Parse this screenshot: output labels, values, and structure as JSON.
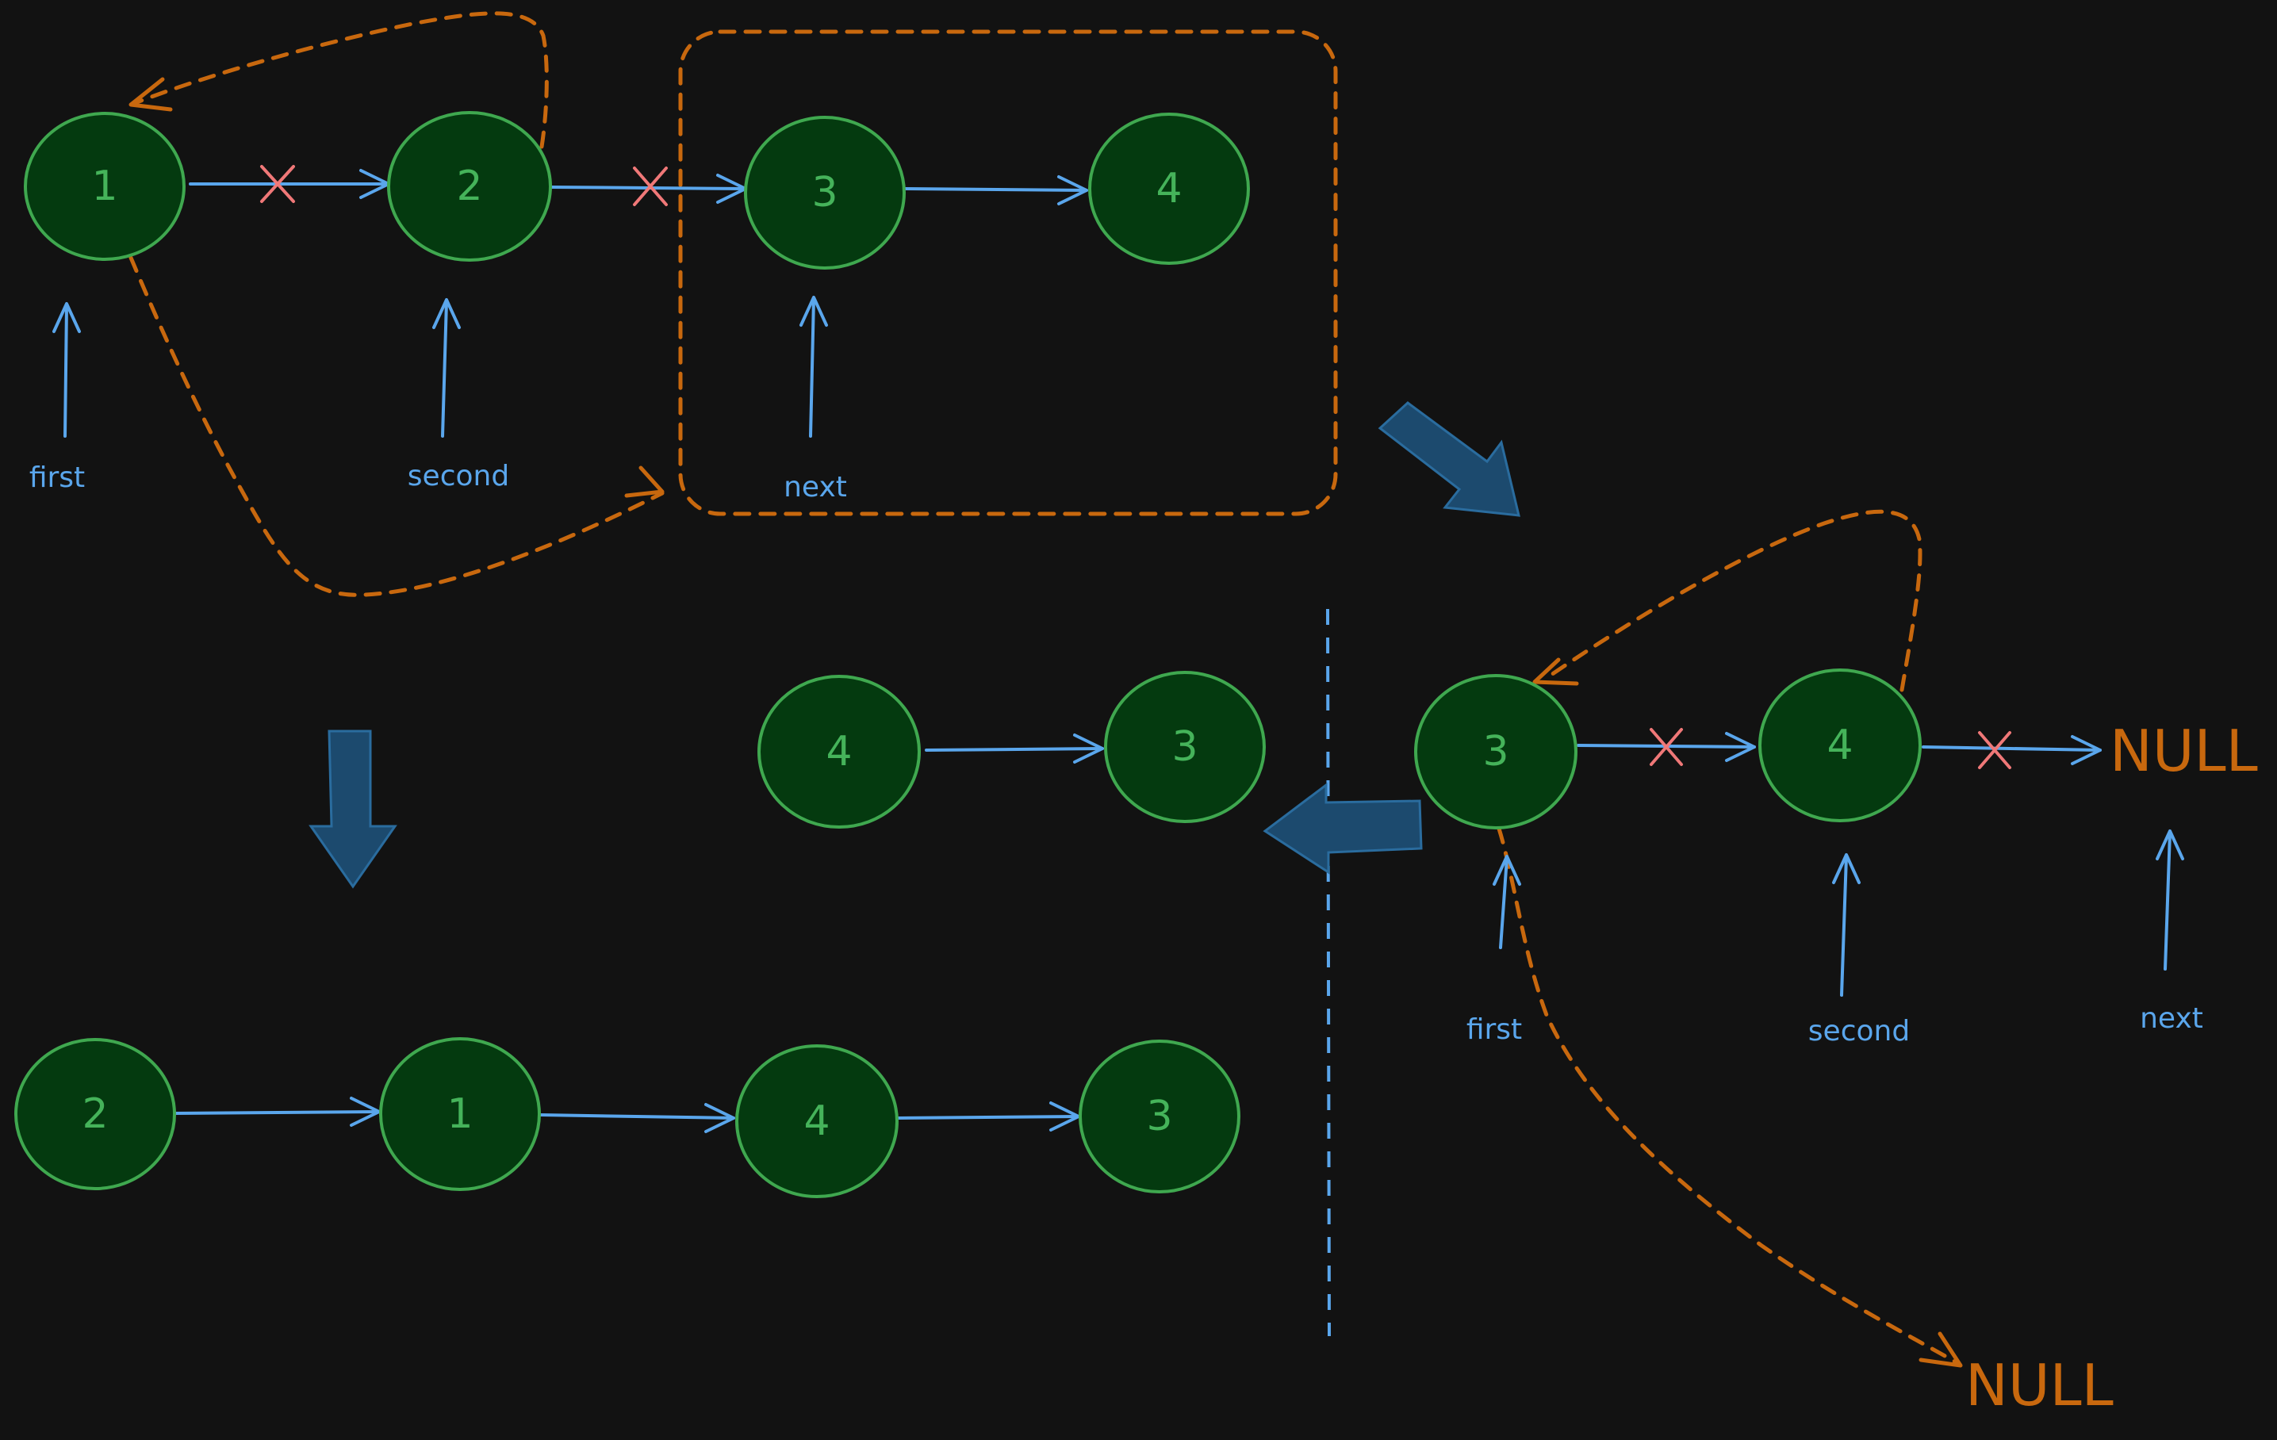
{
  "panel_top": {
    "nodes": [
      "1",
      "2",
      "3",
      "4"
    ],
    "pointers": {
      "first": "first",
      "second": "second",
      "next": "next"
    }
  },
  "panel_right": {
    "nodes": [
      "3",
      "4"
    ],
    "pointers": {
      "first": "first",
      "second": "second",
      "next": "next"
    },
    "null_right": "NULL",
    "null_bottom": "NULL"
  },
  "panel_middle": {
    "nodes": [
      "4",
      "3"
    ]
  },
  "panel_bottom": {
    "nodes": [
      "2",
      "1",
      "4",
      "3"
    ]
  },
  "colors": {
    "background": "#121212",
    "node_fill": "#043a0f",
    "node_stroke": "#3fa84f",
    "pointer_blue": "#5aa6ec",
    "dashed_orange": "#c8680e",
    "cross_red": "#f07878",
    "flow_arrow": "#1c4a6e"
  }
}
